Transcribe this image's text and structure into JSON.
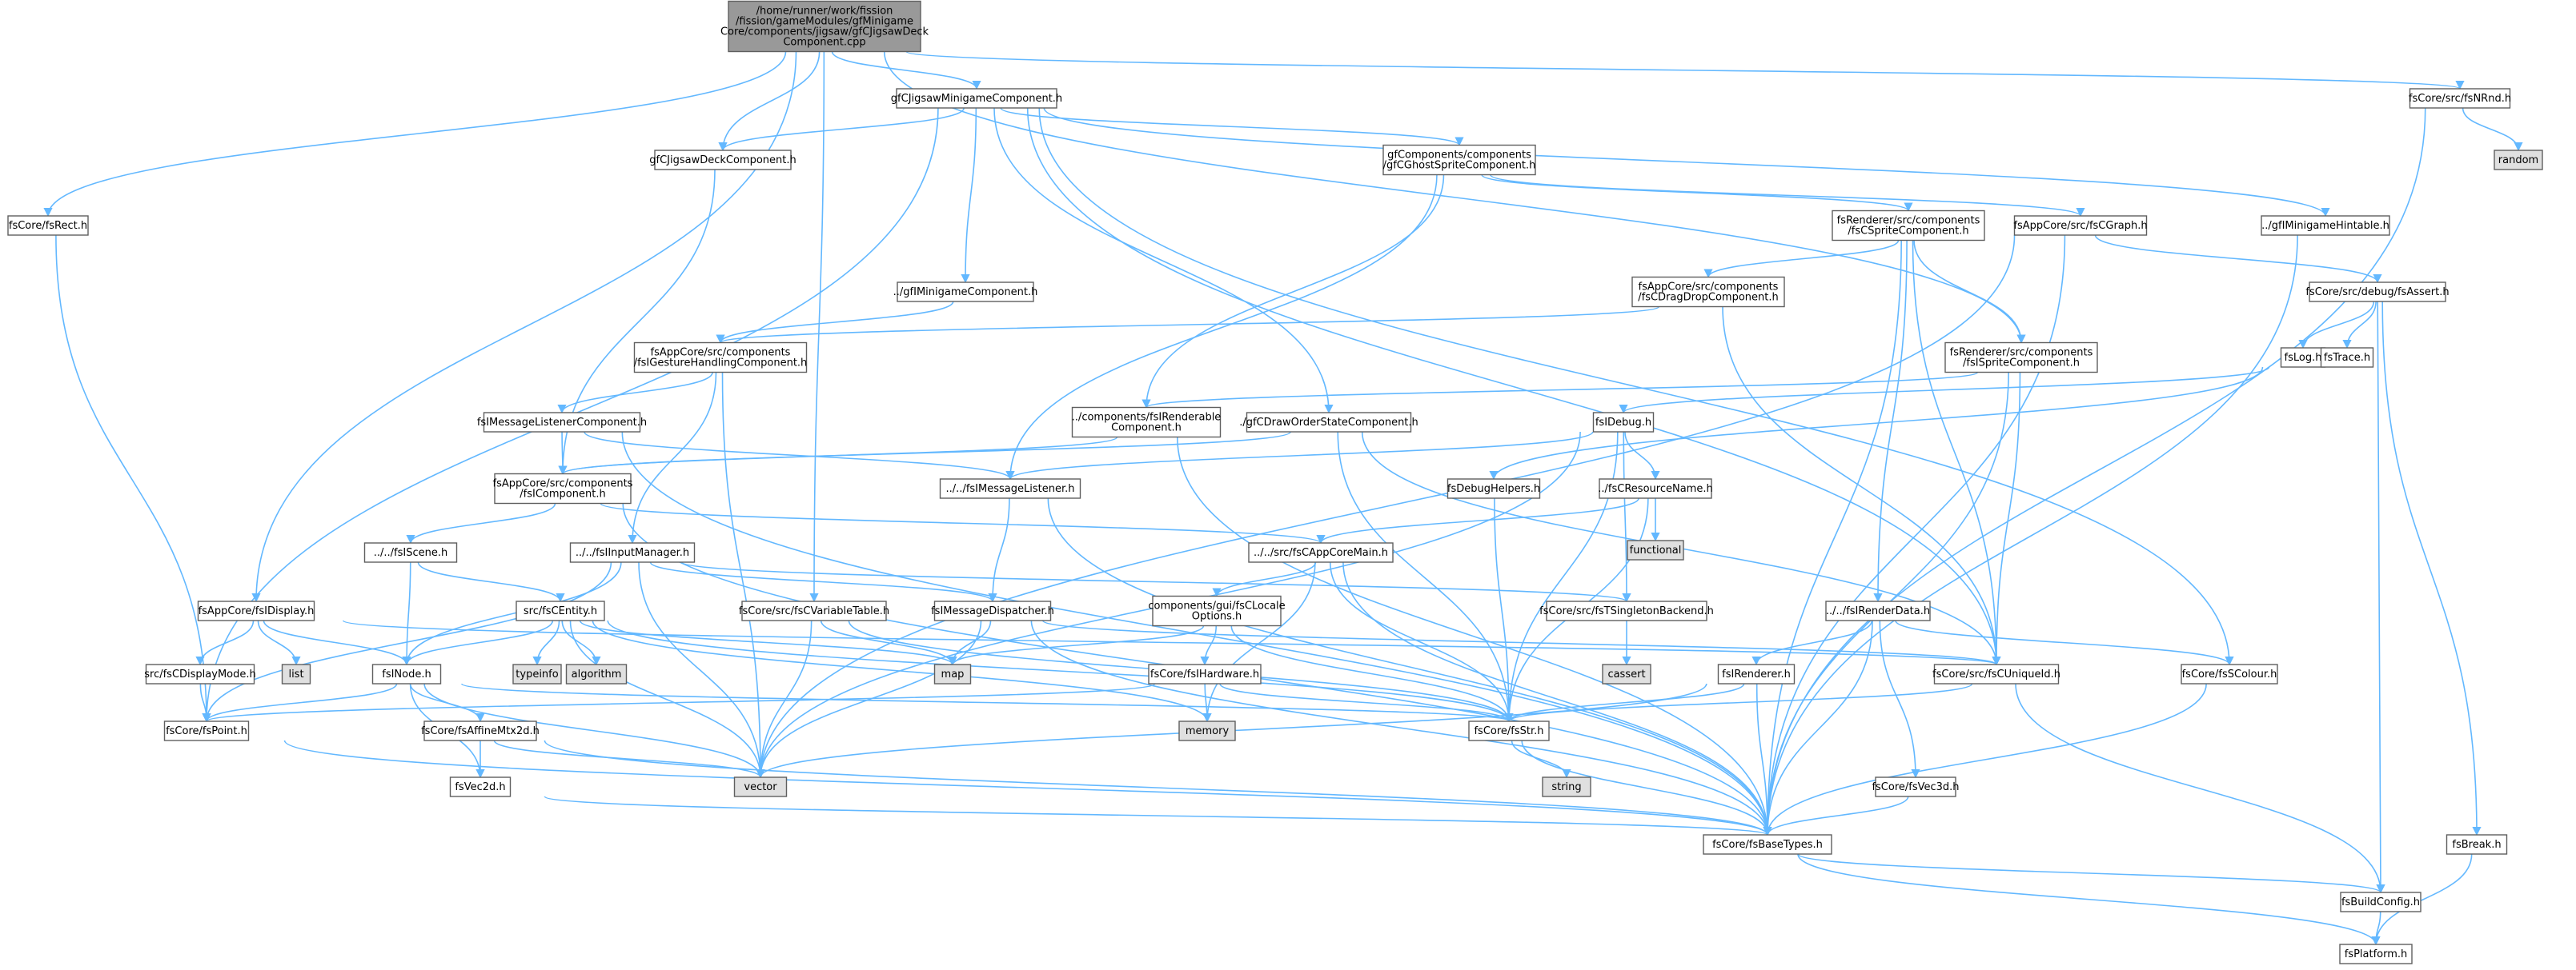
{
  "nodes": [
    {
      "id": "root",
      "lines": [
        "/home/runner/work/fission",
        "/fission/gameModules/gfMinigame",
        "Core/components/jigsaw/gfCJigsawDeck",
        "Component.cpp"
      ],
      "kind": "focus"
    },
    {
      "id": "minigame_comp",
      "lines": [
        "gfCJigsawMinigameComponent.h"
      ],
      "kind": "file"
    },
    {
      "id": "deck_comp",
      "lines": [
        "gfCJigsawDeckComponent.h"
      ],
      "kind": "file"
    },
    {
      "id": "ghost_sprite",
      "lines": [
        "gfComponents/components",
        "/gfCGhostSpriteComponent.h"
      ],
      "kind": "file"
    },
    {
      "id": "nrnd",
      "lines": [
        "fsCore/src/fsNRnd.h"
      ],
      "kind": "file"
    },
    {
      "id": "random",
      "lines": [
        "random"
      ],
      "kind": "system"
    },
    {
      "id": "rect",
      "lines": [
        "fsCore/fsRect.h"
      ],
      "kind": "file"
    },
    {
      "id": "minigame_hintable",
      "lines": [
        "../gfIMinigameHintable.h"
      ],
      "kind": "file"
    },
    {
      "id": "sprite_comp",
      "lines": [
        "fsRenderer/src/components",
        "/fsCSpriteComponent.h"
      ],
      "kind": "file"
    },
    {
      "id": "graph",
      "lines": [
        "fsAppCore/src/fsCGraph.h"
      ],
      "kind": "file"
    },
    {
      "id": "minigame_ifc",
      "lines": [
        "../gfIMinigameComponent.h"
      ],
      "kind": "file"
    },
    {
      "id": "dragdrop",
      "lines": [
        "fsAppCore/src/components",
        "/fsCDragDropComponent.h"
      ],
      "kind": "file"
    },
    {
      "id": "assert",
      "lines": [
        "fsCore/src/debug/fsAssert.h"
      ],
      "kind": "file"
    },
    {
      "id": "gesture",
      "lines": [
        "fsAppCore/src/components",
        "/fsIGestureHandlingComponent.h"
      ],
      "kind": "file"
    },
    {
      "id": "log",
      "lines": [
        "fsLog.h"
      ],
      "kind": "file"
    },
    {
      "id": "trace",
      "lines": [
        "fsTrace.h"
      ],
      "kind": "file"
    },
    {
      "id": "isprite",
      "lines": [
        "fsRenderer/src/components",
        "/fsISpriteComponent.h"
      ],
      "kind": "file"
    },
    {
      "id": "msg_listener_comp",
      "lines": [
        "fsIMessageListenerComponent.h"
      ],
      "kind": "file"
    },
    {
      "id": "irenderable",
      "lines": [
        "../components/fsIRenderable",
        "Component.h"
      ],
      "kind": "file"
    },
    {
      "id": "draworder",
      "lines": [
        "./gfCDrawOrderStateComponent.h"
      ],
      "kind": "file"
    },
    {
      "id": "idebug",
      "lines": [
        "fsIDebug.h"
      ],
      "kind": "file"
    },
    {
      "id": "icomponent",
      "lines": [
        "fsAppCore/src/components",
        "/fsIComponent.h"
      ],
      "kind": "file"
    },
    {
      "id": "imsg_listener",
      "lines": [
        "../../fsIMessageListener.h"
      ],
      "kind": "file"
    },
    {
      "id": "debug_helpers",
      "lines": [
        "fsDebugHelpers.h"
      ],
      "kind": "file"
    },
    {
      "id": "resname",
      "lines": [
        "../fsCResourceName.h"
      ],
      "kind": "file"
    },
    {
      "id": "functional",
      "lines": [
        "functional"
      ],
      "kind": "system"
    },
    {
      "id": "iscene",
      "lines": [
        "../../fsIScene.h"
      ],
      "kind": "file"
    },
    {
      "id": "input_mgr",
      "lines": [
        "../../fsIInputManager.h"
      ],
      "kind": "file"
    },
    {
      "id": "appcore_main",
      "lines": [
        "../../src/fsCAppCoreMain.h"
      ],
      "kind": "file"
    },
    {
      "id": "idisplay",
      "lines": [
        "fsAppCore/fsIDisplay.h"
      ],
      "kind": "file"
    },
    {
      "id": "centity",
      "lines": [
        "src/fsCEntity.h"
      ],
      "kind": "file"
    },
    {
      "id": "var_table",
      "lines": [
        "fsCore/src/fsCVariableTable.h"
      ],
      "kind": "file"
    },
    {
      "id": "msg_dispatcher",
      "lines": [
        "fsIMessageDispatcher.h"
      ],
      "kind": "file"
    },
    {
      "id": "locale",
      "lines": [
        "components/gui/fsCLocale",
        "Options.h"
      ],
      "kind": "file"
    },
    {
      "id": "tsingleton",
      "lines": [
        "fsCore/src/fsTSingletonBackend.h"
      ],
      "kind": "file"
    },
    {
      "id": "irenderdata",
      "lines": [
        "../../fsIRenderData.h"
      ],
      "kind": "file"
    },
    {
      "id": "list",
      "lines": [
        "list"
      ],
      "kind": "system"
    },
    {
      "id": "typeinfo",
      "lines": [
        "typeinfo"
      ],
      "kind": "system"
    },
    {
      "id": "algorithm",
      "lines": [
        "algorithm"
      ],
      "kind": "system"
    },
    {
      "id": "map",
      "lines": [
        "map"
      ],
      "kind": "system"
    },
    {
      "id": "cassert",
      "lines": [
        "cassert"
      ],
      "kind": "system"
    },
    {
      "id": "display_mode",
      "lines": [
        "src/fsCDisplayMode.h"
      ],
      "kind": "file"
    },
    {
      "id": "inode",
      "lines": [
        "fsINode.h"
      ],
      "kind": "file"
    },
    {
      "id": "ihardware",
      "lines": [
        "fsCore/fsIHardware.h"
      ],
      "kind": "file"
    },
    {
      "id": "irenderer",
      "lines": [
        "fsIRenderer.h"
      ],
      "kind": "file"
    },
    {
      "id": "uniqueid",
      "lines": [
        "fsCore/src/fsCUniqueId.h"
      ],
      "kind": "file"
    },
    {
      "id": "scolour",
      "lines": [
        "fsCore/fsSColour.h"
      ],
      "kind": "file"
    },
    {
      "id": "memory",
      "lines": [
        "memory"
      ],
      "kind": "system"
    },
    {
      "id": "point",
      "lines": [
        "fsCore/fsPoint.h"
      ],
      "kind": "file"
    },
    {
      "id": "affine",
      "lines": [
        "fsCore/fsAffineMtx2d.h"
      ],
      "kind": "file"
    },
    {
      "id": "str",
      "lines": [
        "fsCore/fsStr.h"
      ],
      "kind": "file"
    },
    {
      "id": "vector",
      "lines": [
        "vector"
      ],
      "kind": "system"
    },
    {
      "id": "string",
      "lines": [
        "string"
      ],
      "kind": "system"
    },
    {
      "id": "vec2d",
      "lines": [
        "fsVec2d.h"
      ],
      "kind": "file"
    },
    {
      "id": "vec3d",
      "lines": [
        "fsCore/fsVec3d.h"
      ],
      "kind": "file"
    },
    {
      "id": "basetypes",
      "lines": [
        "fsCore/fsBaseTypes.h"
      ],
      "kind": "file"
    },
    {
      "id": "break",
      "lines": [
        "fsBreak.h"
      ],
      "kind": "file"
    },
    {
      "id": "buildconfig",
      "lines": [
        "fsBuildConfig.h"
      ],
      "kind": "file"
    },
    {
      "id": "platform",
      "lines": [
        "fsPlatform.h"
      ],
      "kind": "file"
    }
  ],
  "edges": [
    [
      "root",
      "minigame_comp"
    ],
    [
      "root",
      "deck_comp"
    ],
    [
      "root",
      "nrnd"
    ],
    [
      "root",
      "rect"
    ],
    [
      "root",
      "idisplay"
    ],
    [
      "root",
      "var_table"
    ],
    [
      "root",
      "isprite"
    ],
    [
      "minigame_comp",
      "deck_comp"
    ],
    [
      "minigame_comp",
      "ghost_sprite"
    ],
    [
      "minigame_comp",
      "minigame_hintable"
    ],
    [
      "minigame_comp",
      "minigame_ifc"
    ],
    [
      "minigame_comp",
      "draworder"
    ],
    [
      "minigame_comp",
      "point"
    ],
    [
      "minigame_comp",
      "uniqueid"
    ],
    [
      "minigame_comp",
      "scolour"
    ],
    [
      "deck_comp",
      "icomponent"
    ],
    [
      "ghost_sprite",
      "sprite_comp"
    ],
    [
      "ghost_sprite",
      "graph"
    ],
    [
      "ghost_sprite",
      "irenderable"
    ],
    [
      "ghost_sprite",
      "imsg_listener"
    ],
    [
      "nrnd",
      "random"
    ],
    [
      "nrnd",
      "basetypes"
    ],
    [
      "rect",
      "point"
    ],
    [
      "minigame_hintable",
      "basetypes"
    ],
    [
      "minigame_ifc",
      "gesture"
    ],
    [
      "sprite_comp",
      "dragdrop"
    ],
    [
      "sprite_comp",
      "isprite"
    ],
    [
      "sprite_comp",
      "irenderdata"
    ],
    [
      "sprite_comp",
      "uniqueid"
    ],
    [
      "sprite_comp",
      "basetypes"
    ],
    [
      "graph",
      "assert"
    ],
    [
      "graph",
      "vector"
    ],
    [
      "graph",
      "basetypes"
    ],
    [
      "dragdrop",
      "gesture"
    ],
    [
      "dragdrop",
      "uniqueid"
    ],
    [
      "assert",
      "log"
    ],
    [
      "assert",
      "trace"
    ],
    [
      "assert",
      "break"
    ],
    [
      "assert",
      "buildconfig"
    ],
    [
      "gesture",
      "msg_listener_comp"
    ],
    [
      "gesture",
      "input_mgr"
    ],
    [
      "gesture",
      "vector"
    ],
    [
      "log",
      "idebug"
    ],
    [
      "log",
      "debug_helpers"
    ],
    [
      "isprite",
      "irenderable"
    ],
    [
      "isprite",
      "uniqueid"
    ],
    [
      "isprite",
      "basetypes"
    ],
    [
      "msg_listener_comp",
      "icomponent"
    ],
    [
      "msg_listener_comp",
      "imsg_listener"
    ],
    [
      "msg_listener_comp",
      "basetypes"
    ],
    [
      "irenderable",
      "icomponent"
    ],
    [
      "irenderable",
      "basetypes"
    ],
    [
      "draworder",
      "icomponent"
    ],
    [
      "draworder",
      "str"
    ],
    [
      "draworder",
      "uniqueid"
    ],
    [
      "idebug",
      "imsg_listener"
    ],
    [
      "idebug",
      "resname"
    ],
    [
      "idebug",
      "tsingleton"
    ],
    [
      "idebug",
      "str"
    ],
    [
      "idebug",
      "vector"
    ],
    [
      "icomponent",
      "iscene"
    ],
    [
      "icomponent",
      "appcore_main"
    ],
    [
      "icomponent",
      "basetypes"
    ],
    [
      "imsg_listener",
      "msg_dispatcher"
    ],
    [
      "imsg_listener",
      "basetypes"
    ],
    [
      "debug_helpers",
      "str"
    ],
    [
      "resname",
      "functional"
    ],
    [
      "resname",
      "appcore_main"
    ],
    [
      "resname",
      "str"
    ],
    [
      "iscene",
      "centity"
    ],
    [
      "iscene",
      "inode"
    ],
    [
      "input_mgr",
      "inode"
    ],
    [
      "input_mgr",
      "msg_dispatcher"
    ],
    [
      "input_mgr",
      "tsingleton"
    ],
    [
      "input_mgr",
      "point"
    ],
    [
      "input_mgr",
      "vector"
    ],
    [
      "appcore_main",
      "locale"
    ],
    [
      "appcore_main",
      "str"
    ],
    [
      "appcore_main",
      "memory"
    ],
    [
      "appcore_main",
      "basetypes"
    ],
    [
      "idisplay",
      "list"
    ],
    [
      "idisplay",
      "display_mode"
    ],
    [
      "idisplay",
      "inode"
    ],
    [
      "idisplay",
      "uniqueid"
    ],
    [
      "centity",
      "typeinfo"
    ],
    [
      "centity",
      "algorithm"
    ],
    [
      "centity",
      "map"
    ],
    [
      "centity",
      "memory"
    ],
    [
      "centity",
      "inode"
    ],
    [
      "centity",
      "vector"
    ],
    [
      "centity",
      "str"
    ],
    [
      "var_table",
      "map"
    ],
    [
      "var_table",
      "vector"
    ],
    [
      "var_table",
      "str"
    ],
    [
      "msg_dispatcher",
      "map"
    ],
    [
      "msg_dispatcher",
      "vector"
    ],
    [
      "msg_dispatcher",
      "uniqueid"
    ],
    [
      "msg_dispatcher",
      "basetypes"
    ],
    [
      "locale",
      "ihardware"
    ],
    [
      "locale",
      "map"
    ],
    [
      "locale",
      "str"
    ],
    [
      "tsingleton",
      "cassert"
    ],
    [
      "irenderdata",
      "irenderer"
    ],
    [
      "irenderdata",
      "scolour"
    ],
    [
      "irenderdata",
      "vec3d"
    ],
    [
      "irenderdata",
      "basetypes"
    ],
    [
      "display_mode",
      "point"
    ],
    [
      "inode",
      "point"
    ],
    [
      "inode",
      "affine"
    ],
    [
      "inode",
      "vec2d"
    ],
    [
      "inode",
      "vector"
    ],
    [
      "inode",
      "str"
    ],
    [
      "ihardware",
      "point"
    ],
    [
      "ihardware",
      "memory"
    ],
    [
      "ihardware",
      "str"
    ],
    [
      "irenderer",
      "str"
    ],
    [
      "irenderer",
      "vector"
    ],
    [
      "irenderer",
      "basetypes"
    ],
    [
      "uniqueid",
      "str"
    ],
    [
      "uniqueid",
      "buildconfig"
    ],
    [
      "scolour",
      "basetypes"
    ],
    [
      "point",
      "basetypes"
    ],
    [
      "affine",
      "vec2d"
    ],
    [
      "affine",
      "vector"
    ],
    [
      "affine",
      "basetypes"
    ],
    [
      "str",
      "string"
    ],
    [
      "str",
      "basetypes"
    ],
    [
      "vec2d",
      "basetypes"
    ],
    [
      "vec3d",
      "basetypes"
    ],
    [
      "basetypes",
      "buildconfig"
    ],
    [
      "basetypes",
      "platform"
    ],
    [
      "break",
      "platform"
    ],
    [
      "buildconfig",
      "platform"
    ]
  ],
  "colors": {
    "edge": "#63b8ff",
    "file_fill": "#ffffff",
    "system_fill": "#e0e0e0",
    "focus_fill": "#999999",
    "border": "#5f5f5f",
    "system_border": "#999999"
  }
}
